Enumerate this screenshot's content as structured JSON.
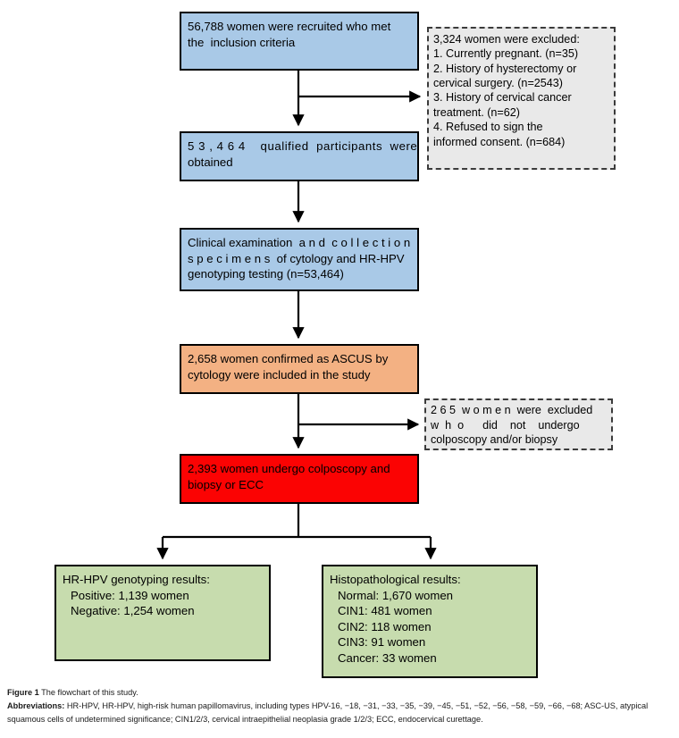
{
  "figure": {
    "label": "Figure 1",
    "title": "The flowchart of this study.",
    "abbrev_label": "Abbreviations:",
    "abbrev_text": "HR-HPV, HR-HPV, high-risk human papillomavirus, including types HPV-16, −18, −31, −33, −35, −39, −45, −51, −52, −56, −58, −59, −66, −68; ASC-US, atypical squamous cells of undetermined significance; CIN1/2/3, cervical intraepithelial neoplasia grade 1/2/3; ECC, endocervical curettage."
  },
  "colors": {
    "blue": "#a9c9e7",
    "orange": "#f3b183",
    "red": "#fb0303",
    "green": "#c7dcae",
    "grey": "#e9e9e9",
    "stroke": "#000000"
  },
  "nodes": {
    "recruited": {
      "lines": [
        "56,788 women were recruited who met",
        "the  inclusion criteria"
      ]
    },
    "excluded_1": {
      "lines": [
        "3,324 women were excluded:",
        "1. Currently pregnant. (n=35)",
        "2. History of hysterectomy or",
        "cervical surgery. (n=2543)",
        "3. History of cervical cancer",
        "treatment. (n=62)",
        "4. Refused to sign the",
        "informed consent. (n=684)"
      ]
    },
    "qualified": {
      "lines": [
        "5 3 , 4 6 4    qualified  participants  were",
        "obtained"
      ]
    },
    "clinical": {
      "lines": [
        "Clinical examination  a n d  c o l l e c t i o n",
        "s p e c i m e n s  of cytology and HR-HPV",
        "genotyping testing (n=53,464)"
      ]
    },
    "ascus": {
      "lines": [
        "2,658 women confirmed as ASCUS by",
        "cytology were included in the study"
      ]
    },
    "excluded_2": {
      "lines": [
        "2 6 5  w o m e n  were  excluded",
        "w  h  o      did    not    undergo",
        "colposcopy and/or biopsy"
      ]
    },
    "colposcopy": {
      "lines": [
        "2,393 women undergo colposcopy and",
        "biopsy or ECC"
      ]
    },
    "hpv_results": {
      "heading": "HR-HPV genotyping results:",
      "items": [
        "Positive: 1,139 women",
        "Negative: 1,254 women"
      ]
    },
    "histo_results": {
      "heading": "Histopathological results:",
      "items": [
        "Normal: 1,670 women",
        "CIN1: 481 women",
        "CIN2: 118 women",
        "CIN3: 91 women",
        "Cancer: 33 women"
      ]
    }
  }
}
